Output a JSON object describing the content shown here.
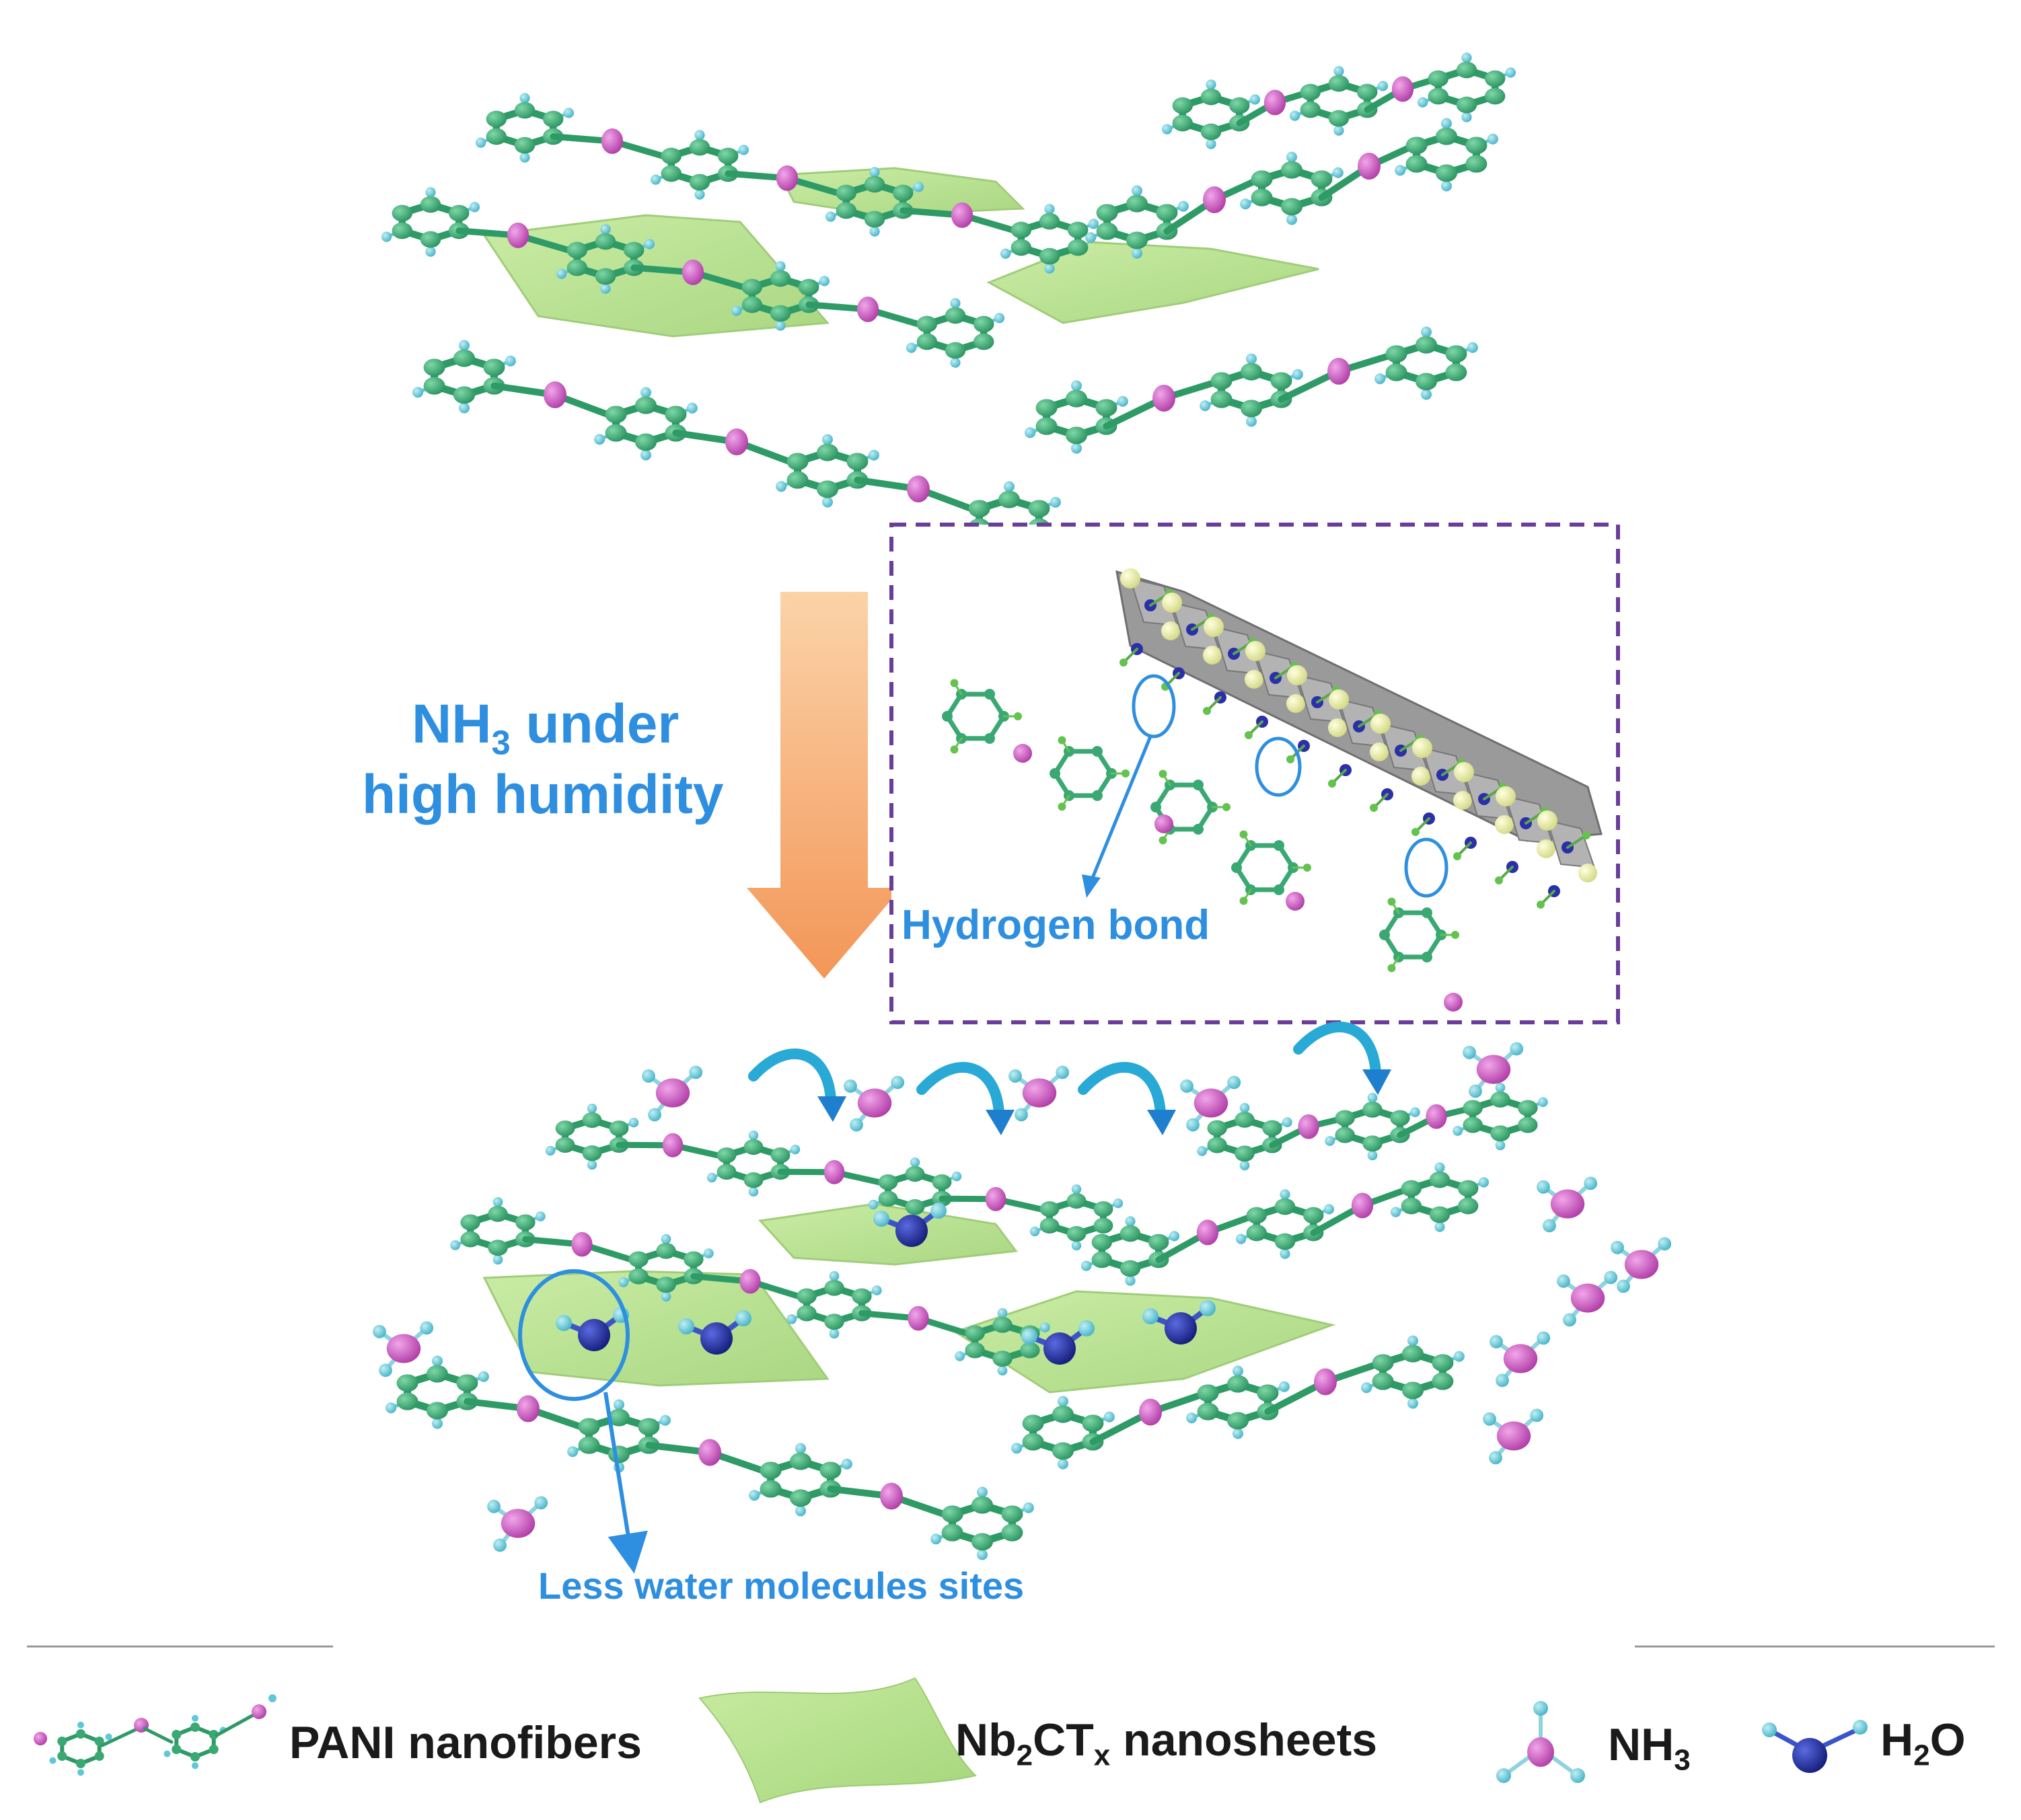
{
  "colors": {
    "carbon": "#3AA873",
    "carbon_dark": "#1F7A4C",
    "nitrogen_pani": "#C249B8",
    "hydrogen": "#5FC8D8",
    "sheet": "#B8E28C",
    "water_oxygen": "#1E2A9C",
    "label_blue": "#2E8FE0",
    "box_border": "#6A3D9A",
    "arrow_top": "#F7C08A",
    "arrow_bottom": "#F49A5C",
    "mxene_gray": "#8E8E8E",
    "mxene_atom": "#E9EE9E"
  },
  "labels": {
    "process_main": "NH",
    "process_main_sub": "3",
    "process_main_rest": " under",
    "process_line2": "high humidity",
    "hbond": "Hydrogen bond",
    "less_water": "Less water molecules sites"
  },
  "legend": {
    "pani": "PANI nanofibers",
    "nb_prefix": "Nb",
    "nb_sub1": "2",
    "nb_mid": "CT",
    "nb_sub2": "x",
    "nb_rest": " nanosheets",
    "nh3_main": "NH",
    "nh3_sub": "3",
    "h2o_h": "H",
    "h2o_sub": "2",
    "h2o_o": "O"
  },
  "icons": {
    "process_arrow": "down-arrow-icon",
    "curved_arrow": "curved-arrow-icon",
    "pani": "pani-chain-icon",
    "sheet": "nanosheet-icon",
    "nh3": "nh3-molecule-icon",
    "h2o": "h2o-molecule-icon"
  }
}
